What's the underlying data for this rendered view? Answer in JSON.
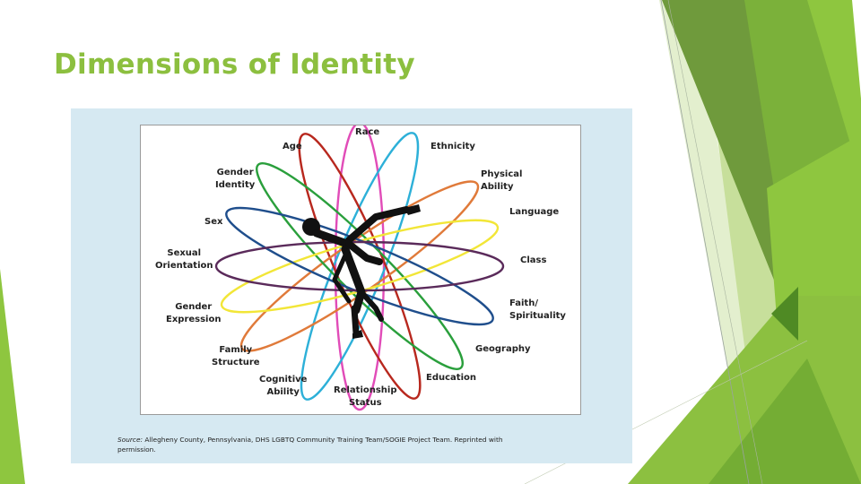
{
  "slide": {
    "title": "Dimensions of Identity",
    "accent_color": "#8cbf3f"
  },
  "figure": {
    "labels": {
      "race": "Race",
      "age": "Age",
      "ethnicity": "Ethnicity",
      "gender_identity": "Gender\nIdentity",
      "physical_ability": "Physical\nAbility",
      "sex": "Sex",
      "language": "Language",
      "sexual_orientation": "Sexual\nOrientation",
      "class": "Class",
      "gender_expression": "Gender\nExpression",
      "faith_spirituality": "Faith/\nSpirituality",
      "family_structure": "Family\nStructure",
      "geography": "Geography",
      "cognitive_ability": "Cognitive\nAbility",
      "education": "Education",
      "relationship_status": "Relationship\nStatus"
    },
    "source_label": "Source:",
    "source_text": " Allegheny County, Pennsylvania, DHS LGBTQ Community Training Team/SOGIE Project Team. Reprinted with permission.",
    "center_icon": "breakdancer-silhouette-icon",
    "ellipse_colors": [
      "#e14cb8",
      "#2db0d8",
      "#b8281e",
      "#e07a3a",
      "#2a9f3c",
      "#f2e637",
      "#1f4e8c",
      "#5a2a5a"
    ]
  }
}
